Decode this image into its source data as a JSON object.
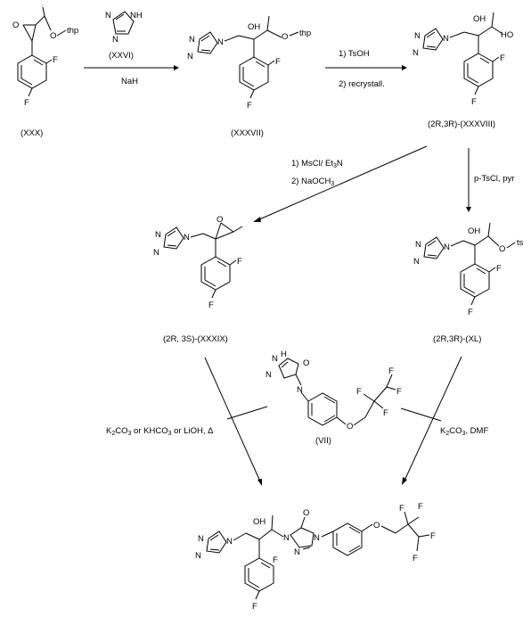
{
  "compounds": {
    "xxx": "(XXX)",
    "xxxvii": "(XXXVII)",
    "xxxviii": "(2R,3R)-(XXXVIII)",
    "xxxix": "(2R, 3S)-(XXXIX)",
    "xl": "(2R,3R)-(XL)",
    "vii": "(VII)"
  },
  "reagents": {
    "triazole": "(XXVI)",
    "nah": "NaH",
    "tsoh": "1) TsOH",
    "recryst": "2) recrystall.",
    "mscl": "1) MsCl/ Et",
    "mscl_sub": "3",
    "mscl_tail": "N",
    "naoch": "2) NaOCH",
    "naoch_sub": "3",
    "ptscl": "p-TsCl, pyr",
    "k2co3_main": "K",
    "k2co3_sub1": "2",
    "k2co3_tail1": "CO",
    "k2co3_sub2": "3",
    "k2co3_tail2": " or KHCO",
    "k2co3_sub3": "3",
    "k2co3_tail3": " or LiOH, Δ",
    "k2dmf_a": "K",
    "k2dmf_s1": "2",
    "k2dmf_b": "CO",
    "k2dmf_s2": "3",
    "k2dmf_c": ", DMF"
  },
  "atoms": {
    "F": "F",
    "O": "O",
    "OH": "OH",
    "N": "N",
    "NH": "NH",
    "N_H": "N",
    "H": "H",
    "thp": "thp",
    "ts": "ts",
    "HO": "HO"
  }
}
